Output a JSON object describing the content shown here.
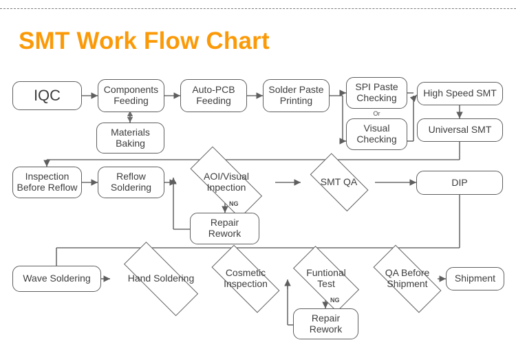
{
  "page": {
    "title": "SMT Work Flow Chart",
    "title_color": "#FB9A08",
    "stroke_color": "#5e5e5e",
    "background": "#ffffff"
  },
  "nodes": {
    "iqc": "IQC",
    "components_feeding": "Components\nFeeding",
    "materials_baking": "Materials\nBaking",
    "auto_pcb_feeding": "Auto-PCB\nFeeding",
    "solder_paste_printing": "Solder Paste\nPrinting",
    "spi_paste_checking": "SPI Paste\nChecking",
    "or_connector": "Or",
    "visual_checking": "Visual\nChecking",
    "high_speed_smt": "High Speed SMT",
    "universal_smt": "Universal SMT",
    "inspection_before_reflow": "Inspection\nBefore Reflow",
    "reflow_soldering": "Reflow\nSoldering",
    "aoi_visual_inspection": "AOI/Visual\nInpection",
    "repair_rework_smt": "Repair\nRework",
    "ng_smt": "NG",
    "smt_qa": "SMT QA",
    "dip": "DIP",
    "wave_soldering": "Wave Soldering",
    "hand_soldering": "Hand Soldering",
    "cosmetic_inspection": "Cosmetic\nInspection",
    "funtional_test": "Funtional\nTest",
    "repair_rework_dip": "Repair\nRework",
    "ng_dip": "NG",
    "qa_before_shipment": "QA Before\nShipment",
    "shipment": "Shipment"
  }
}
